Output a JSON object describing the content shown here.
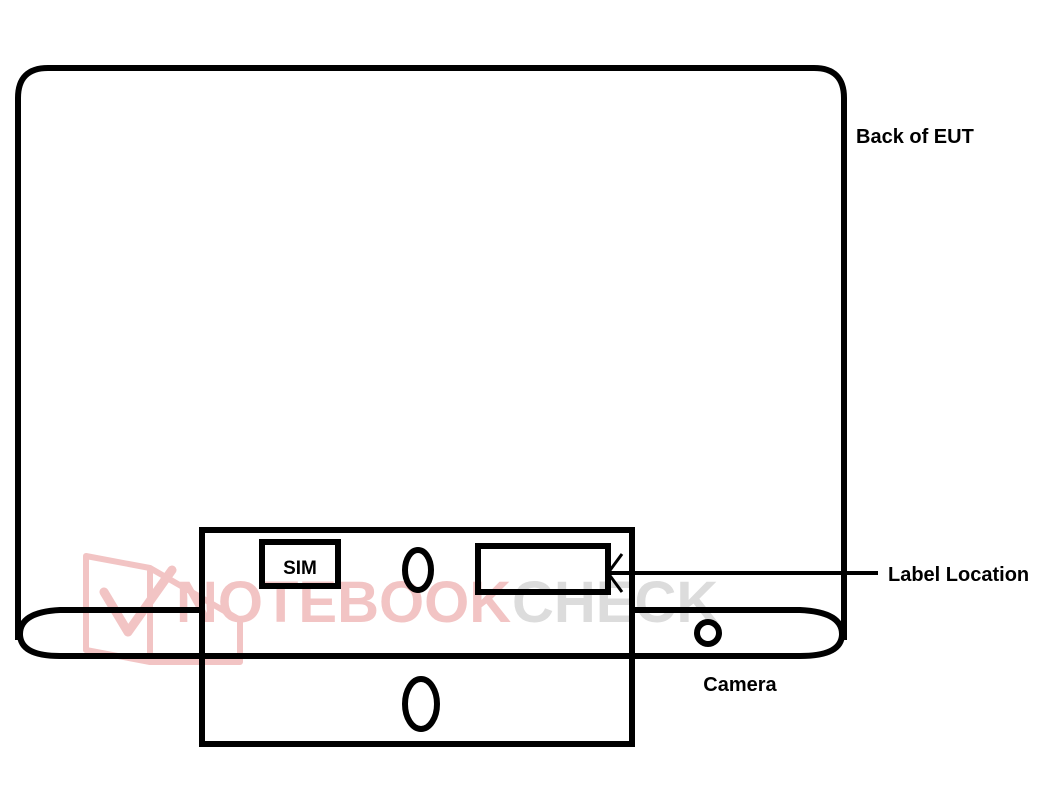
{
  "diagram": {
    "labels": {
      "back_of_eut": "Back of EUT",
      "label_location": "Label Location",
      "camera": "Camera",
      "sim": "SIM"
    },
    "watermark": {
      "text_bold": "NOTEBOOK",
      "text_light": "CHECK"
    },
    "colors": {
      "stroke": "#000000",
      "background": "#ffffff",
      "watermark_red": "#f2c4c4",
      "watermark_gray": "#dcdcdc"
    }
  }
}
